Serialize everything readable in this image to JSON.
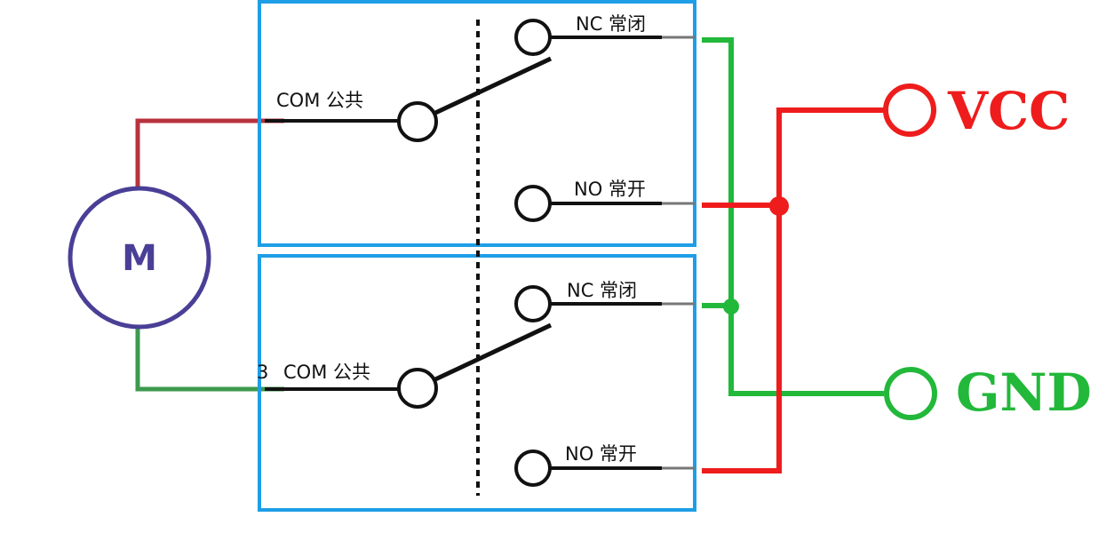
{
  "motor": {
    "label": "M"
  },
  "relay_top": {
    "com_label": "COM 公共",
    "nc_label": "NC 常闭",
    "no_label": "NO 常开"
  },
  "relay_bottom": {
    "com_label": "COM 公共",
    "com_prefix": "3",
    "nc_label": "NC 常闭",
    "no_label": "NO 常开"
  },
  "terminals": {
    "vcc_label": "VCC",
    "gnd_label": "GND"
  },
  "colors": {
    "vcc": "#ee1c1c",
    "gnd": "#22b83a",
    "motor_red": "#b8323c",
    "motor_green": "#3e9a4e",
    "relay_box": "#1e9ee6",
    "motor": "#4a3f96",
    "wire": "#111111",
    "lead_gray": "#777777"
  }
}
